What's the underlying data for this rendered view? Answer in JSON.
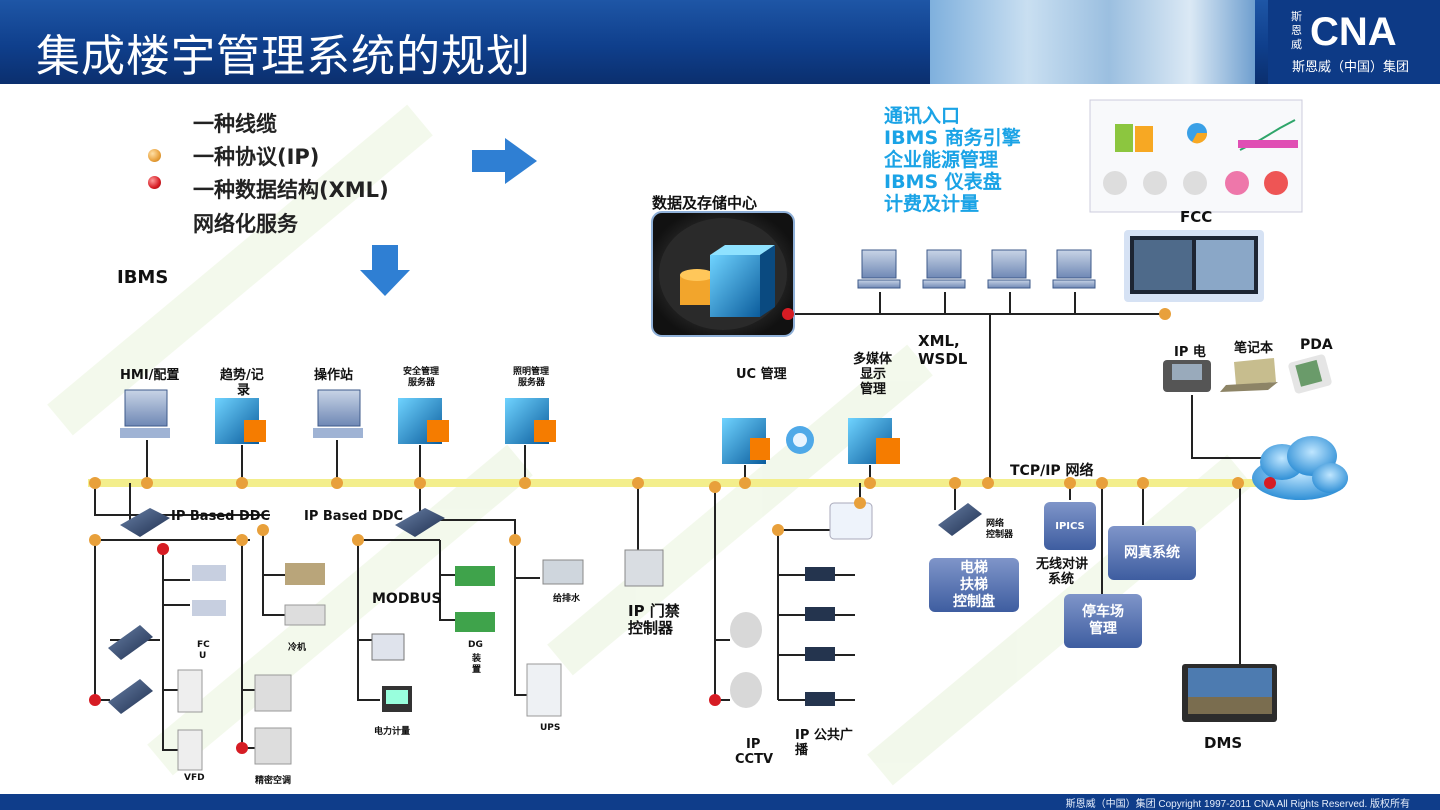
{
  "header": {
    "title": "集成楼宇管理系统的规划",
    "logo_text": "CNA",
    "logo_sub": "斯恩威（中国）集团",
    "logo_seal": "斯恩威"
  },
  "footer": {
    "copyright": "斯恩威（中国）集团   Copyright 1997-2011 CNA All Rights Reserved. 版权所有"
  },
  "intro": {
    "items": [
      "一种线缆",
      "一种协议(IP)",
      "一种数据结构(XML)",
      "网络化服务"
    ]
  },
  "ibms_label": "IBMS",
  "services": [
    "通讯入口",
    "IBMS 商务引擎",
    "企业能源管理",
    "IBMS 仪表盘",
    "计费及计量"
  ],
  "data_center": "数据及存储中心",
  "fcc": "FCC",
  "xml_wsdl": [
    "XML,",
    "WSDL"
  ],
  "tcpip": "TCP/IP 网络",
  "servers": {
    "hmi": "HMI/配置",
    "trend": [
      "趋势/记",
      "录"
    ],
    "op": "操作站",
    "security": [
      "安全管理",
      "服务器"
    ],
    "lighting": [
      "照明管理",
      "服务器"
    ],
    "uc": "UC 管理",
    "multimedia": [
      "多媒体",
      "显示",
      "管理"
    ]
  },
  "devices": {
    "ip_phone": "IP 电",
    "notebook": "笔记本",
    "pda": "PDA",
    "ddc1": "IP Based DDC",
    "ddc2": "IP Based DDC",
    "modbus": "MODBUS",
    "fcu": [
      "FC",
      "U"
    ],
    "vfd": "VFD",
    "chiller": "冷机",
    "precision_ac": "精密空调",
    "power": "电力计量",
    "dg": [
      "DG",
      "装",
      "置"
    ],
    "water": "给排水",
    "ups": "UPS",
    "access": [
      "IP 门禁",
      "控制器"
    ],
    "cctv": [
      "IP",
      "CCTV"
    ],
    "pa": [
      "IP 公共广",
      "播"
    ],
    "net_ctrl": [
      "网络",
      "控制器"
    ],
    "elevator": [
      "电梯",
      "扶梯",
      "控制盘"
    ],
    "ipics": "IPICS",
    "intercom": [
      "无线对讲",
      "系统"
    ],
    "parking": [
      "停车场",
      "管理"
    ],
    "fax": "网真系统",
    "dms": "DMS"
  },
  "colors": {
    "header_blue": "#0f3f8c",
    "bus_yellow": "#f3ee8c",
    "node_orange": "#e8a03b",
    "node_red": "#d61c24",
    "service_blue": "#1aa3e6"
  }
}
